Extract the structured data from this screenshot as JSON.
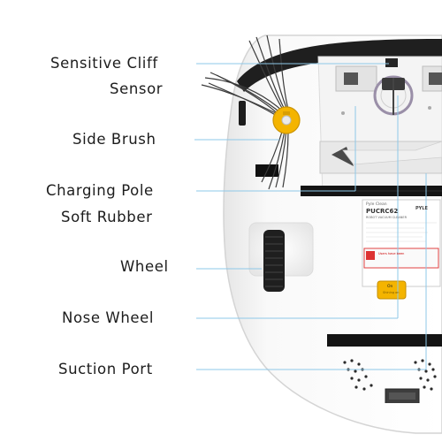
{
  "labels": {
    "sensitive_cliff": "Sensitive Cliff",
    "sensor": "Sensor",
    "side_brush": "Side Brush",
    "charging_pole": "Charging Pole",
    "soft_rubber": "Soft Rubber",
    "wheel": "Wheel",
    "nose_wheel": "Nose Wheel",
    "suction_port": "Suction Port"
  },
  "sticker": {
    "brand_line": "Pyle Clean",
    "model": "PUCRC62",
    "subtitle": "ROBOT VACUUM CLEANER",
    "logo": "PYLE",
    "warning": "Users have been",
    "switch_on": "On",
    "switch_sub": "Shining on"
  },
  "colors": {
    "leader_line": "#8ec8e8",
    "robot_body": "#f7f7f7",
    "accent_yellow": "#f4b400"
  }
}
